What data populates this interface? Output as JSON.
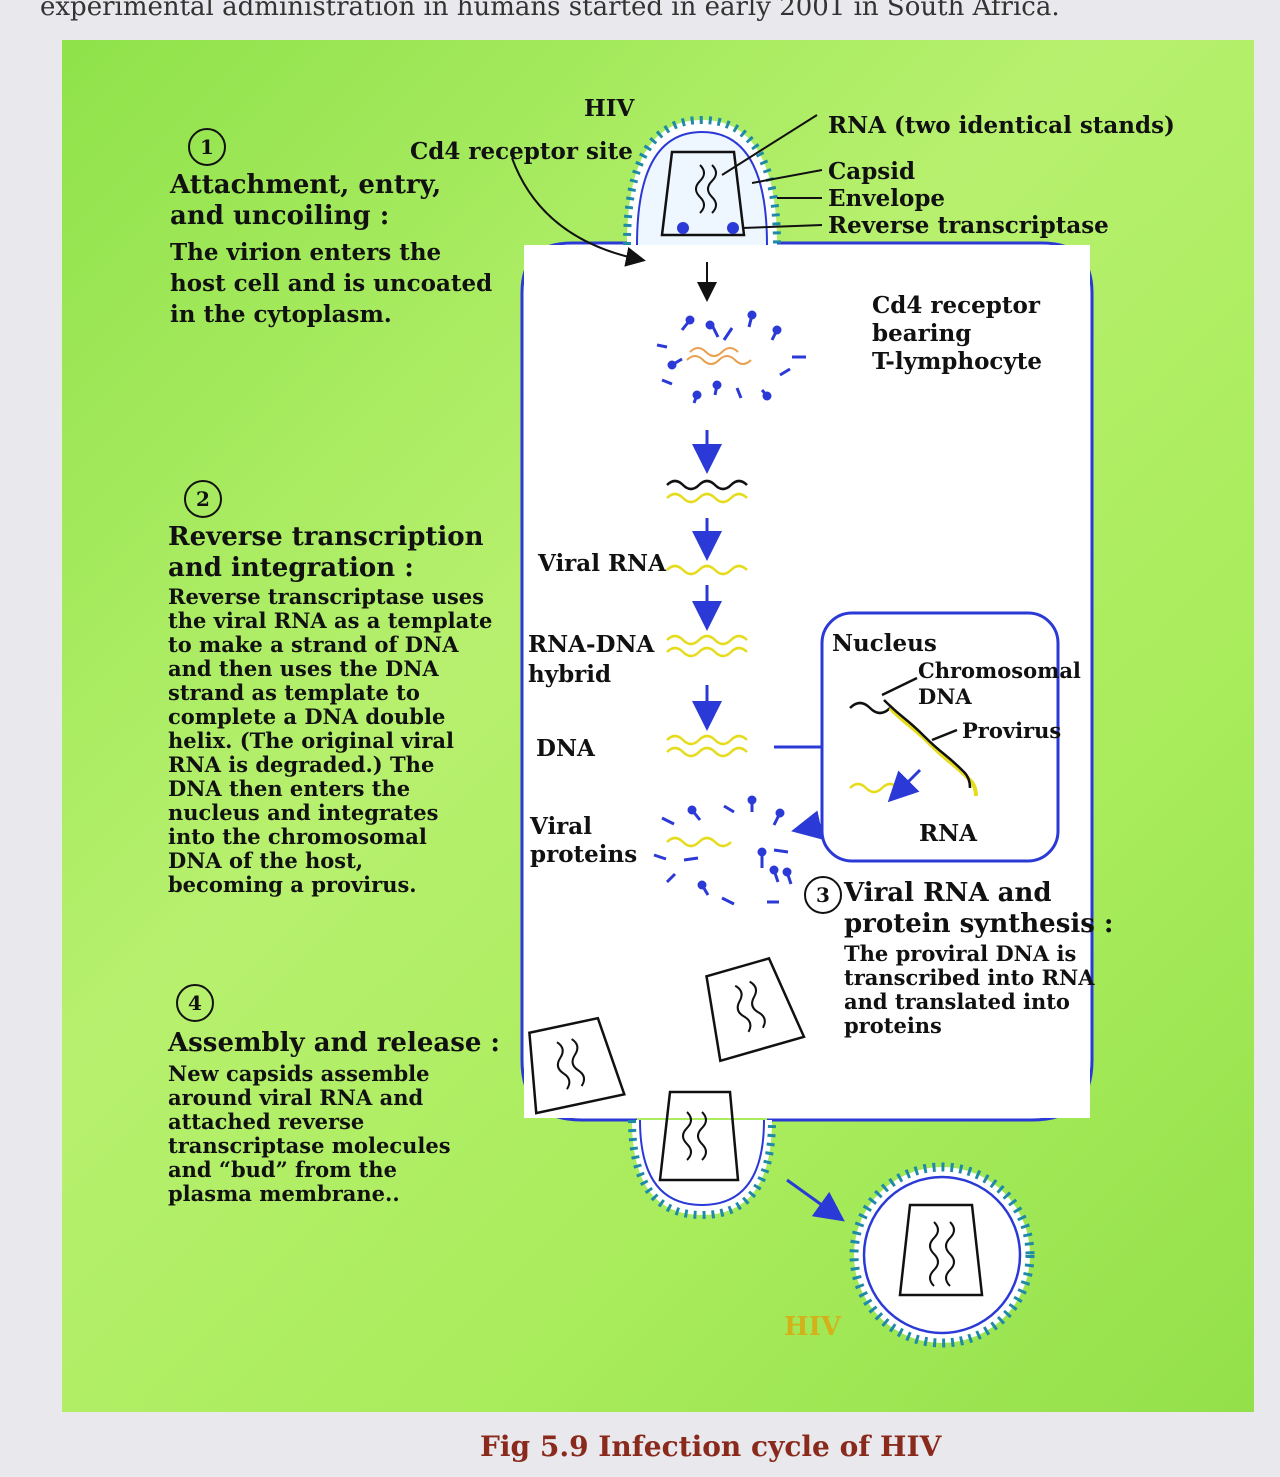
{
  "page": {
    "top_text": "experimental administration in humans started in early 2001 in South Africa."
  },
  "labels": {
    "hiv_top": "HIV",
    "cd4_receptor_site": "Cd4 receptor site",
    "rna_two_strands": "RNA (two identical stands)",
    "capsid": "Capsid",
    "envelope": "Envelope",
    "reverse_transcriptase": "Reverse transcriptase",
    "cd4_cell_line1": "Cd4 receptor",
    "cd4_cell_line2": "bearing",
    "cd4_cell_line3": "T-lymphocyte",
    "viral_rna": "Viral RNA",
    "rna_dna_hybrid_line1": "RNA-DNA",
    "rna_dna_hybrid_line2": "hybrid",
    "dna": "DNA",
    "viral_proteins_line1": "Viral",
    "viral_proteins_line2": "proteins",
    "nucleus": "Nucleus",
    "chromosomal_dna_line1": "Chromosomal",
    "chromosomal_dna_line2": "DNA",
    "provirus": "Provirus",
    "rna": "RNA",
    "hiv_bottom": "HIV"
  },
  "stages": [
    {
      "number": "1",
      "title": [
        "Attachment, entry,",
        "and uncoiling :"
      ],
      "body": [
        "The virion enters the",
        "host cell and is uncoated",
        "in the cytoplasm."
      ]
    },
    {
      "number": "2",
      "title": [
        "Reverse transcription",
        "and integration :"
      ],
      "body": [
        "Reverse transcriptase uses",
        "the viral RNA as a template",
        "to make a strand of DNA",
        "and then uses the DNA",
        "strand as template to",
        "complete a DNA double",
        "helix. (The original viral",
        "RNA is degraded.) The",
        "DNA then enters the",
        "nucleus and integrates",
        "into the chromosomal",
        "DNA of the host,",
        "becoming a provirus."
      ]
    },
    {
      "number": "3",
      "title": [
        "Viral RNA and",
        "protein synthesis :"
      ],
      "body": [
        "The proviral DNA is",
        "transcribed into RNA",
        "and translated into",
        "proteins"
      ]
    },
    {
      "number": "4",
      "title": [
        "Assembly and release :"
      ],
      "body": [
        "New capsids assemble",
        "around viral RNA and",
        "attached reverse",
        "transcriptase molecules",
        "and “bud” from the",
        "plasma membrane.."
      ]
    }
  ],
  "caption": "Fig 5.9 Infection cycle of HIV",
  "colors": {
    "panel_green": "#a6ea58",
    "membrane_blue": "#2b3ad6",
    "spike_teal": "#1f8aa8",
    "rna_yellow": "#f2ea2a",
    "caption_red": "#8a2a1c"
  }
}
